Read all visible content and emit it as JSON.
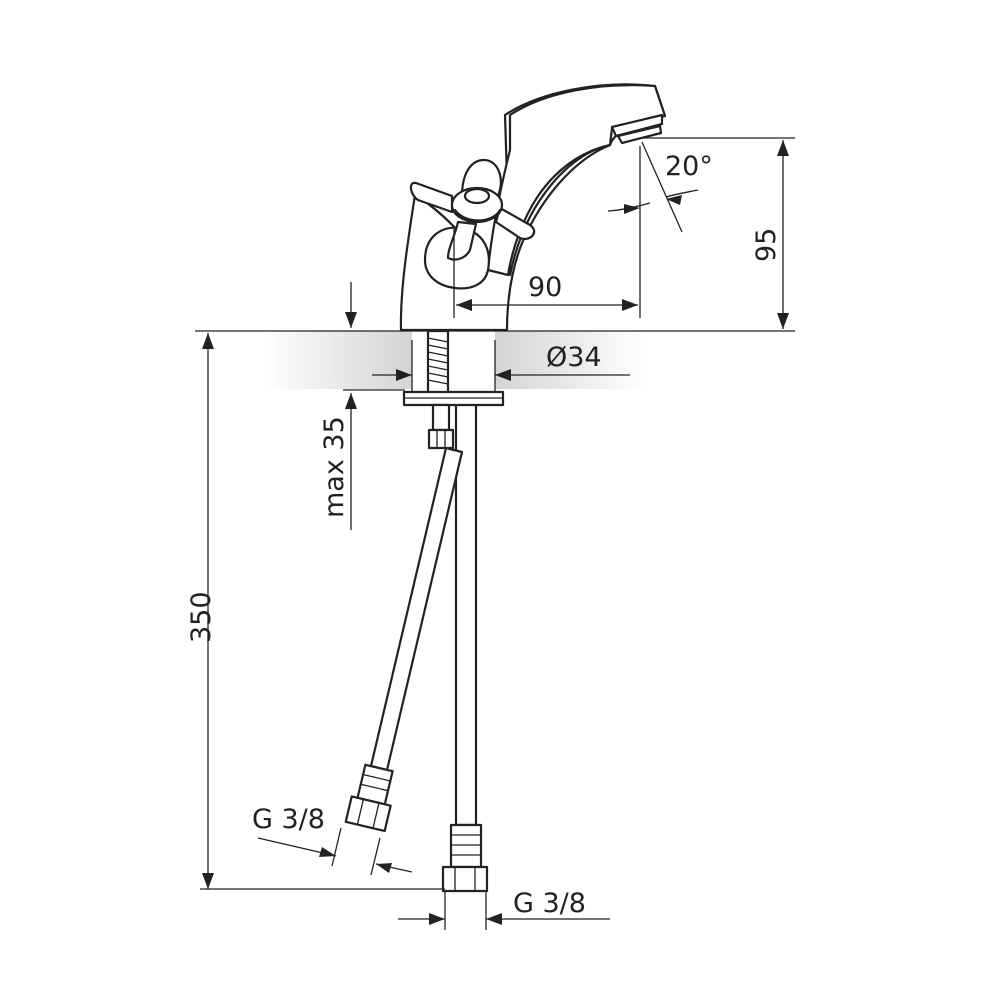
{
  "dimensions": {
    "angle": "20°",
    "spout_height": "95",
    "spout_reach": "90",
    "hole_diameter": "Ø34",
    "max_thickness": "max 35",
    "hose_length": "350",
    "thread_left": "G 3/8",
    "thread_right": "G 3/8"
  },
  "colors": {
    "line": "#222222",
    "background": "#ffffff",
    "countertop_shade": "#d9d9d9"
  }
}
